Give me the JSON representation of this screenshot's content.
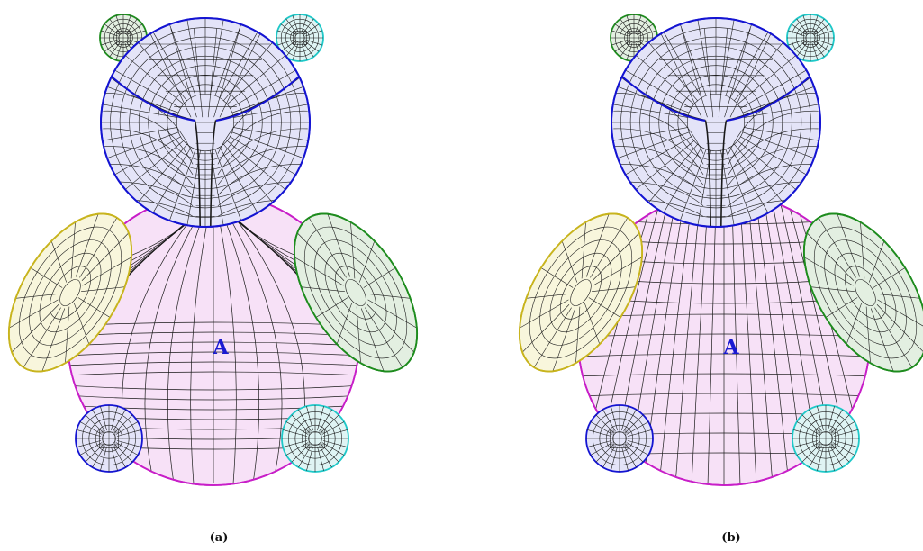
{
  "panels": [
    {
      "caption": "(a)",
      "region_label": "A",
      "variant": "a"
    },
    {
      "caption": "(b)",
      "region_label": "A",
      "variant": "b"
    }
  ],
  "colors": {
    "head_stroke": "#1414d2",
    "head_fill": "#e4e4f8",
    "body_stroke": "#c81ec8",
    "body_fill": "#f7e1f7",
    "left_arm_stroke": "#c8b41e",
    "left_arm_fill": "#f8f6dc",
    "right_arm_stroke": "#1e8c1e",
    "right_arm_fill": "#e3efe1",
    "left_ear_stroke": "#1e8c1e",
    "left_ear_fill": "#e3efe1",
    "right_ear_stroke": "#1ec8c8",
    "right_ear_fill": "#dff4f4",
    "left_foot_stroke": "#1414d2",
    "left_foot_fill": "#e4e4f8",
    "right_foot_stroke": "#1ec8c8",
    "right_foot_fill": "#dff4f4",
    "label": "#1a1ad2",
    "mesh": "#1a1a1a"
  }
}
